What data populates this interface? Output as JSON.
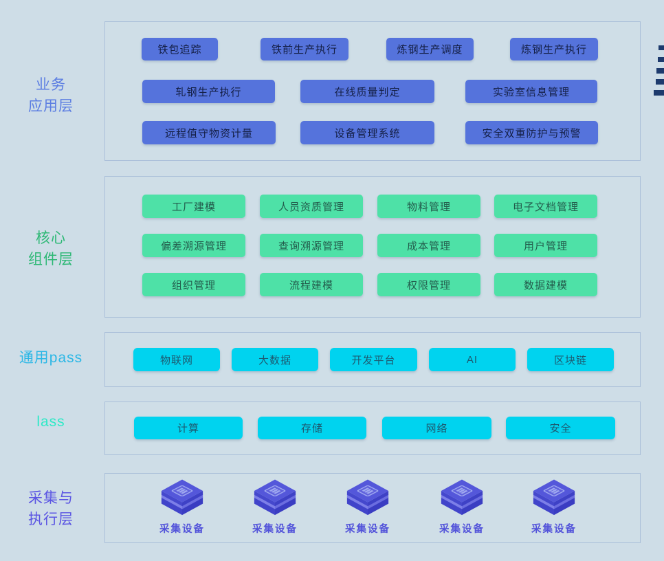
{
  "colors": {
    "background": "#cedde7",
    "panel_border": "#aabfd9",
    "business_button": "#5573dc",
    "business_button_text": "#141f45",
    "core_button": "#4ee1a7",
    "core_button_text": "#235c4c",
    "cloud_button": "#00d3ef",
    "cloud_button_text": "#1d5a70",
    "business_label": "#5b7de2",
    "core_label": "#2db875",
    "paas_label": "#2bb7e6",
    "iaas_label": "#2ee9c7",
    "collect_label": "#5b55e3",
    "device_label": "#5253da",
    "corner_marks": "#1d3a6d",
    "device_cube_top": "#5457da",
    "device_cube_side": "#4144ca"
  },
  "layers": [
    {
      "name": "业务应用层",
      "label_lines": [
        "业务",
        "应用层"
      ],
      "buttons": [
        "铁包追踪",
        "铁前生产执行",
        "炼钢生产调度",
        "炼钢生产执行",
        "轧钢生产执行",
        "在线质量判定",
        "实验室信息管理",
        "远程值守物资计量",
        "设备管理系统",
        "安全双重防护与预警"
      ]
    },
    {
      "name": "核心组件层",
      "label_lines": [
        "核心",
        "组件层"
      ],
      "buttons": [
        "工厂建模",
        "人员资质管理",
        "物料管理",
        "电子文档管理",
        "偏差溯源管理",
        "查询溯源管理",
        "成本管理",
        "用户管理",
        "组织管理",
        "流程建模",
        "权限管理",
        "数据建模"
      ]
    },
    {
      "name": "通用pass",
      "label_lines": [
        "通用pass"
      ],
      "buttons": [
        "物联网",
        "大数据",
        "开发平台",
        "AI",
        "区块链"
      ]
    },
    {
      "name": "lass",
      "label_lines": [
        "lass"
      ],
      "buttons": [
        "计算",
        "存储",
        "网络",
        "安全"
      ]
    },
    {
      "name": "采集与执行层",
      "label_lines": [
        "采集与",
        "执行层"
      ],
      "devices": [
        "采集设备",
        "采集设备",
        "采集设备",
        "采集设备",
        "采集设备"
      ]
    }
  ]
}
